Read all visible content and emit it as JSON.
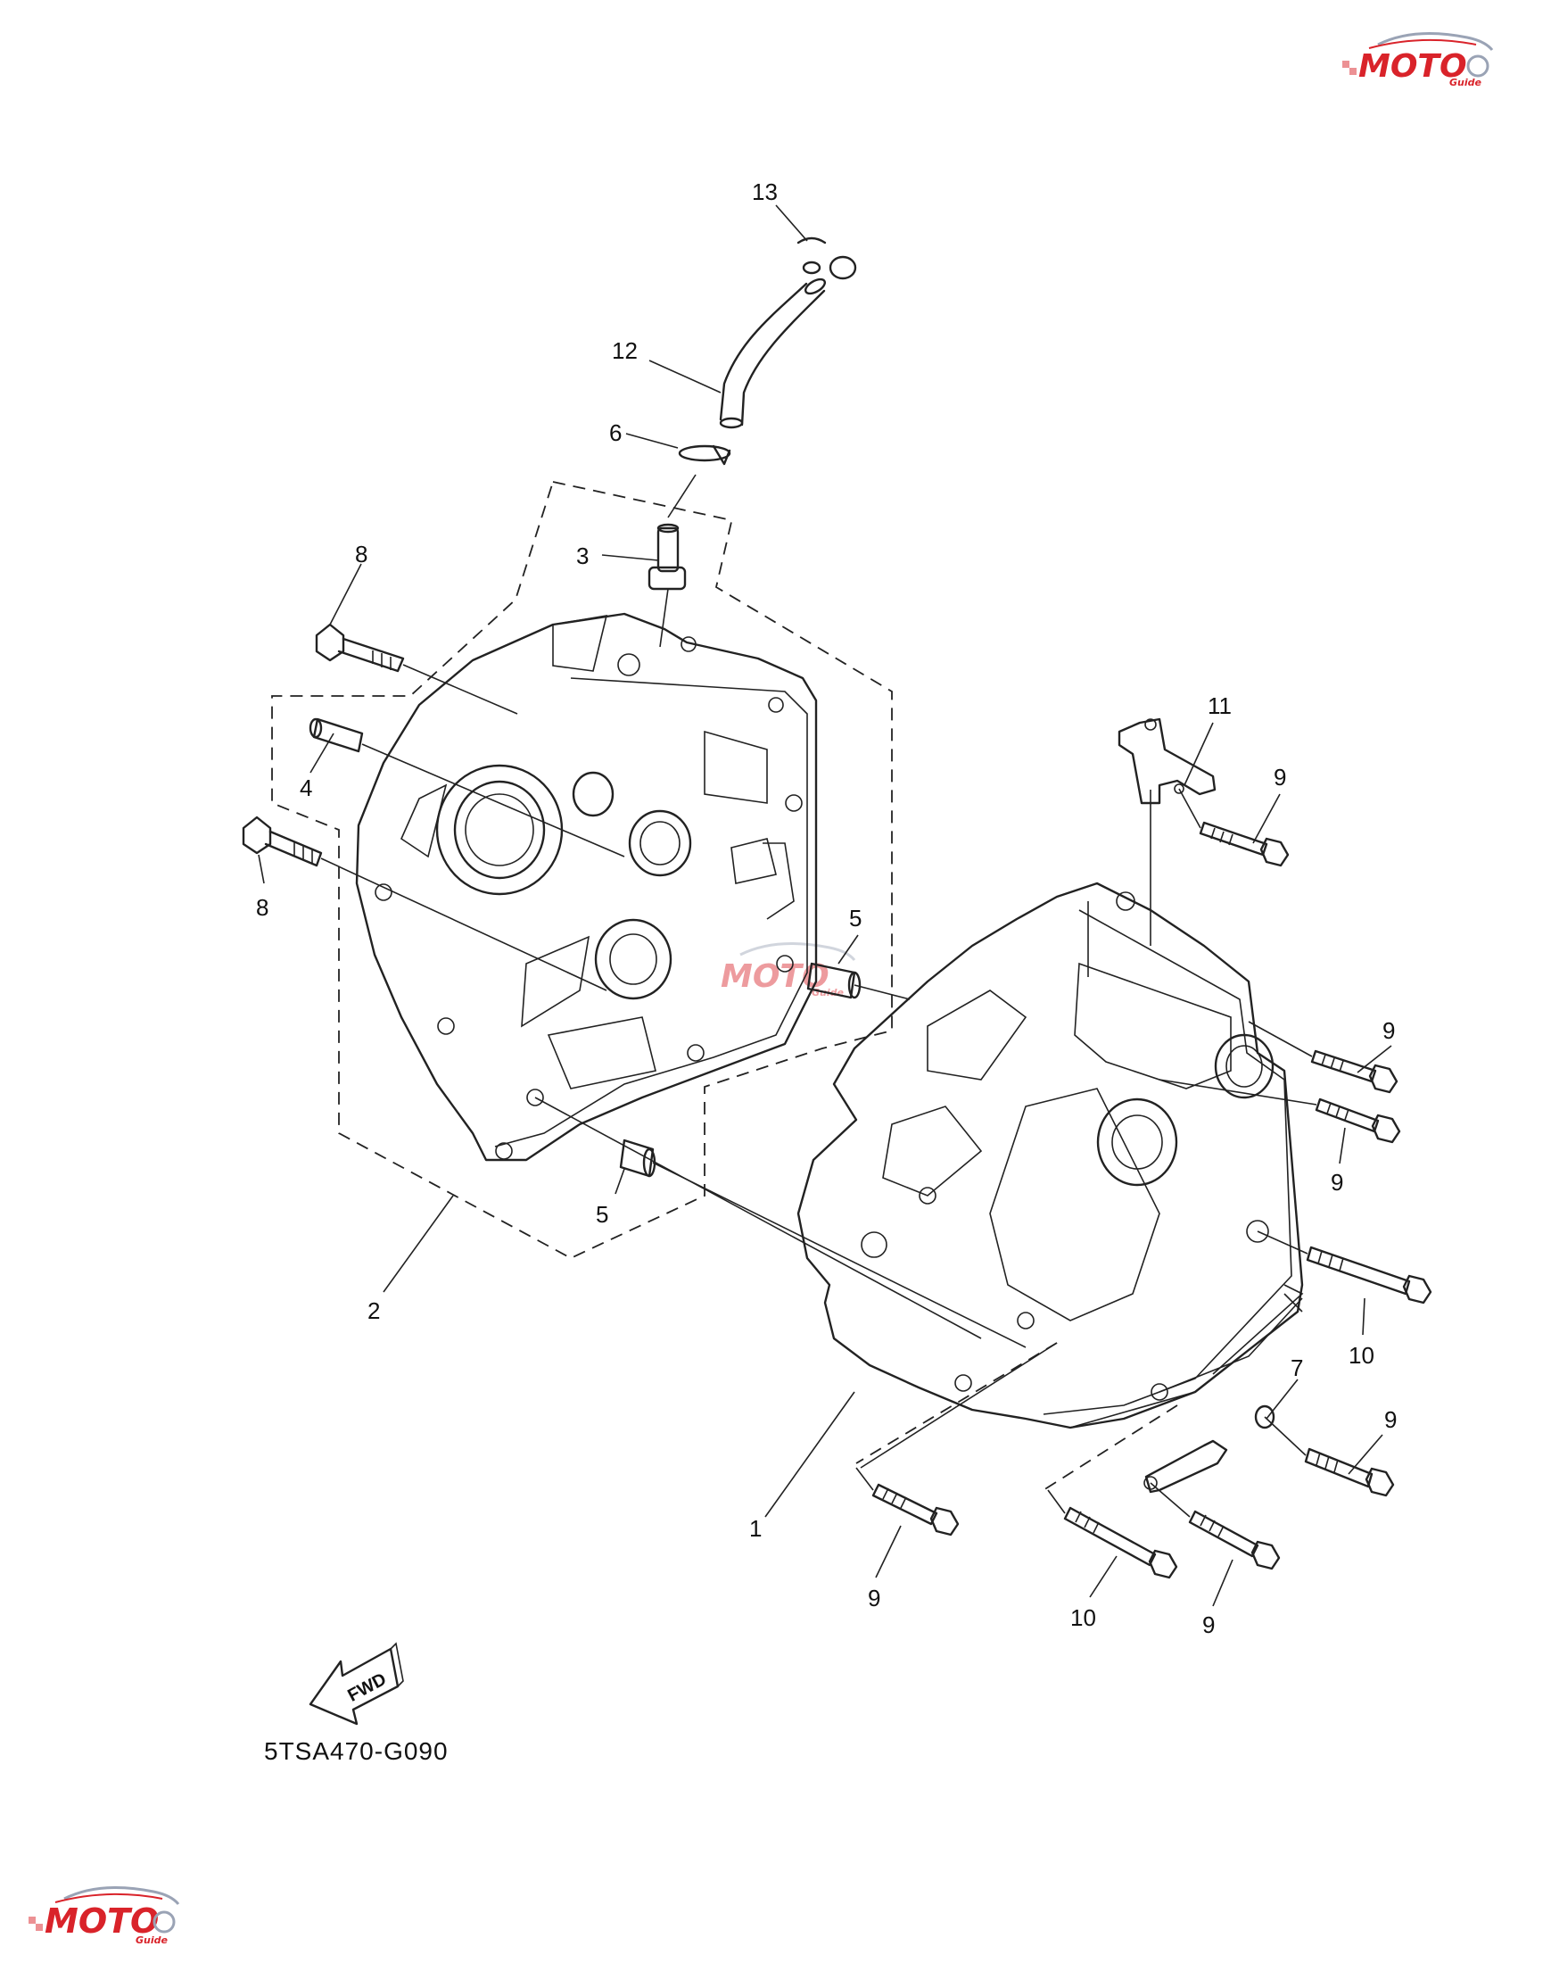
{
  "watermark": {
    "logo_text": "MOTO",
    "sub_text": "Guide",
    "accent": "#d9232a",
    "secondary": "#9aa3b5"
  },
  "callouts": [
    {
      "id": "c13",
      "text": "13"
    },
    {
      "id": "c12",
      "text": "12"
    },
    {
      "id": "c6",
      "text": "6"
    },
    {
      "id": "c3",
      "text": "3"
    },
    {
      "id": "c8a",
      "text": "8"
    },
    {
      "id": "c4",
      "text": "4"
    },
    {
      "id": "c8b",
      "text": "8"
    },
    {
      "id": "c5a",
      "text": "5"
    },
    {
      "id": "c5b",
      "text": "5"
    },
    {
      "id": "c2",
      "text": "2"
    },
    {
      "id": "c11",
      "text": "11"
    },
    {
      "id": "c9a",
      "text": "9"
    },
    {
      "id": "c9b",
      "text": "9"
    },
    {
      "id": "c9c",
      "text": "9"
    },
    {
      "id": "c10a",
      "text": "10"
    },
    {
      "id": "c7",
      "text": "7"
    },
    {
      "id": "c9d",
      "text": "9"
    },
    {
      "id": "c1",
      "text": "1"
    },
    {
      "id": "c9e",
      "text": "9"
    },
    {
      "id": "c10b",
      "text": "10"
    },
    {
      "id": "c9f",
      "text": "9"
    }
  ],
  "fwd_label": "FWD",
  "drawing_code": "5TSA470-G090"
}
